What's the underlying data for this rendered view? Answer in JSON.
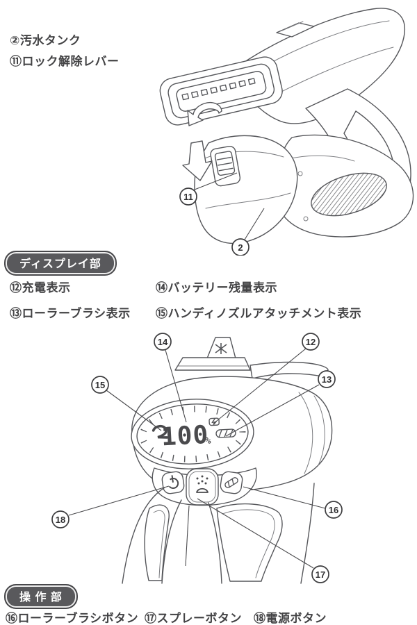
{
  "meta": {
    "doc_type": "appliance-instruction-manual-page",
    "language": "ja",
    "colors": {
      "background": "#ffffff",
      "ink": "#3b3b3d",
      "pill_fill": "#59595c",
      "pill_text": "#ffffff",
      "line_art": "#55565a"
    }
  },
  "top_labels": {
    "tank": {
      "num": "②",
      "text": "汚水タンク"
    },
    "lock": {
      "num": "⑪",
      "text": "ロック解除レバー"
    }
  },
  "display_section": {
    "header": "ディスプレイ部",
    "items": {
      "charge": {
        "num": "⑫",
        "text": "充電表示"
      },
      "battery": {
        "num": "⑭",
        "text": "バッテリー残量表示"
      },
      "roller": {
        "num": "⑬",
        "text": "ローラーブラシ表示"
      },
      "nozzle": {
        "num": "⑮",
        "text": "ハンディノズルアタッチメント表示"
      }
    }
  },
  "operation_section": {
    "header": "操 作 部",
    "items": {
      "roller_btn": {
        "num": "⑯",
        "text": "ローラーブラシボタン"
      },
      "spray_btn": {
        "num": "⑰",
        "text": "スプレーボタン"
      },
      "power_btn": {
        "num": "⑱",
        "text": "電源ボタン"
      }
    }
  },
  "diagram1": {
    "callout_lock": "11",
    "callout_tank": "2"
  },
  "diagram2": {
    "display_value": "100",
    "percent_label": "%",
    "callout_battery": "14",
    "callout_charge": "12",
    "callout_nozzle": "15",
    "callout_roller": "13",
    "callout_power": "18",
    "callout_brush_btn": "16",
    "callout_spray_btn": "17"
  }
}
